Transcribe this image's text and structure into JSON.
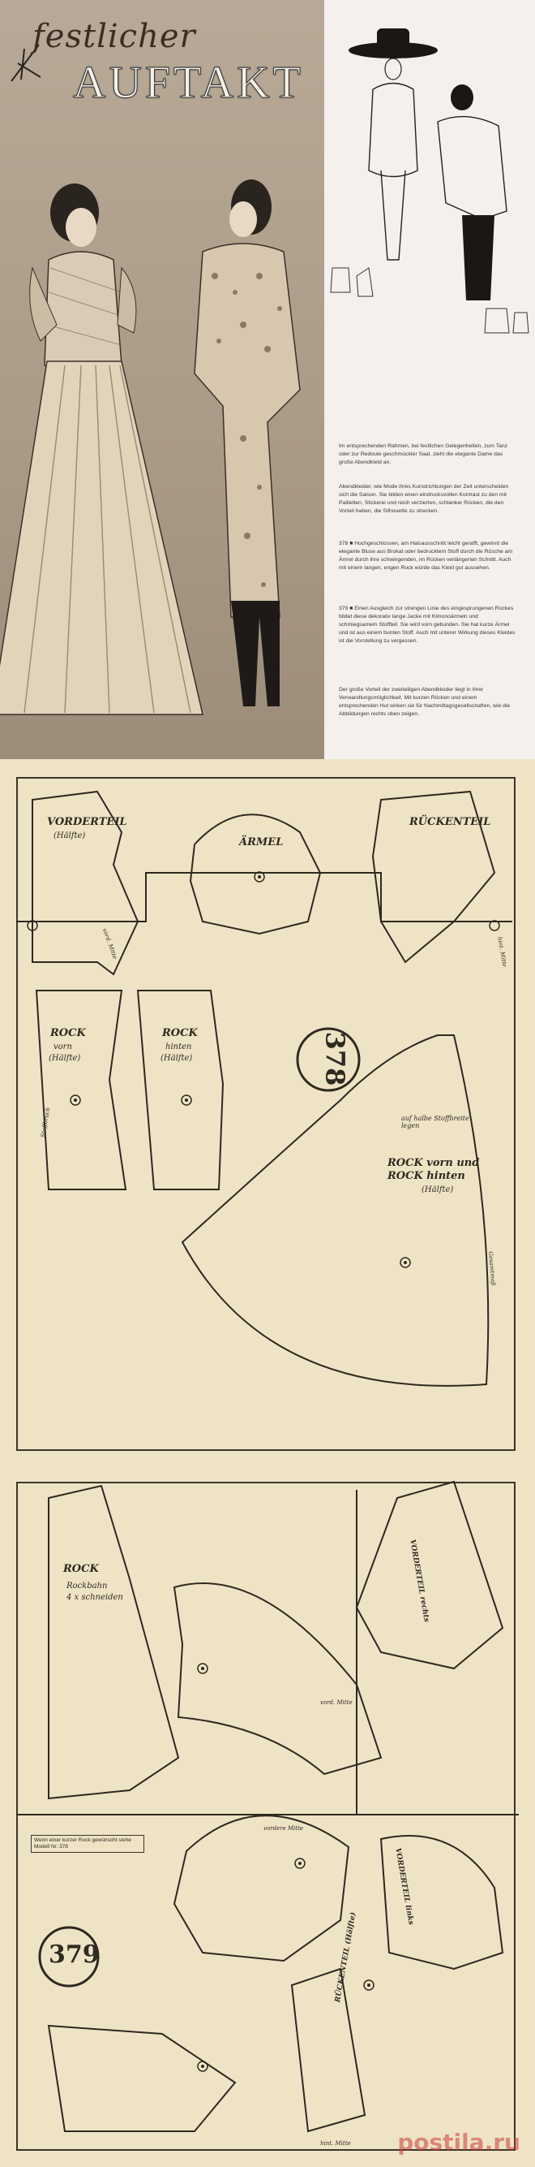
{
  "header": {
    "title_line1": "festlicher",
    "title_line2": "AUFTAKT"
  },
  "article": {
    "paragraphs": [
      "Im entsprechenden Rahmen, bei festlichen Gelegenheiten, zum Tanz oder zur Redoute geschmückter Saal, zieht die elegante Dame das große Abendkleid an.",
      "Abendkleider, wie Mode ihres Kunstrichtungen der Zeit unterscheiden sich die Saison. Sie bilden einen eindrucksvollen Kontrast zu den mit Pailletten, Stickerei und reich verzierten, schlanker Rücken, die den Vorteil haben, die Silhouette zu strecken.",
      "378 ■ Hochgeschlossen, am Halsausschnitt leicht gerafft, gewinnt die elegante Bluse aus Brokat oder bedrucktem Stoff durch die Rüsche am Ärmel durch ihre schwingenden, im Rücken verlängerten Schnitt. Auch mit einem langen, engen Rock würde das Kleid gut aussehen.",
      "379 ■ Einen Ausgleich zur strengen Linie des eingesprungenen Rockes bildet diese dekorativ lange Jacke mit Kimonoärmeln und schmiegsamem Stoffteil. Sie wird vorn gebunden. Sie hat kurze Ärmel und ist aus einem bunten Stoff. Auch mit unterer Wirkung dieses Kleides ist die Vorstellung zu vergessen.",
      "Der große Vorteil der zweiteiligen Abendkleider liegt in ihrer Verwandlungsmöglichkeit. Mit kurzen Röcken und einem entsprechenden Hut wirken sie für Nachmittagsgesellschaften, wie die Abbildungen rechts oben zeigen."
    ]
  },
  "sheet378": {
    "number": "378",
    "labels": {
      "vorderteil": "VORDERTEIL",
      "vorderteil_sub": "(Hälfte)",
      "aermel": "ÄRMEL",
      "rueckenteil": "RÜCKENTEIL",
      "rock_vorn": "ROCK",
      "rock_vorn_sub1": "vorn",
      "rock_vorn_sub2": "(Hälfte)",
      "rock_hinten": "ROCK",
      "rock_hinten_sub1": "hinten",
      "rock_hinten_sub2": "(Hälfte)",
      "rock_big1": "ROCK vorn und",
      "rock_big2": "ROCK hinten",
      "rock_big3": "(Hälfte)",
      "fold_note": "auf halbe Stoffbreite legen",
      "center_note": "vord. Mitte",
      "back_note": "hint. Mitte",
      "stoffbruch": "Stoffbruch",
      "gesamtmass": "Gesamtmaß"
    }
  },
  "sheet379": {
    "number": "379",
    "labels": {
      "rock": "ROCK",
      "rock_sub1": "Rockbahn",
      "rock_sub2": "4 x schneiden",
      "vorderteil_rechts": "VORDERTEIL rechts",
      "vorderteil_links": "VORDERTEIL links",
      "rueckenteil": "RÜCKENTEIL (Hälfte)",
      "vord_mitte": "vord. Mitte",
      "vordere_mitte": "vordere Mitte",
      "hint_mitte": "hint. Mitte",
      "note": "Wenn einer kurzer Rock gewünscht siehe Modell Nr. 378"
    }
  },
  "watermark": "postila.ru"
}
